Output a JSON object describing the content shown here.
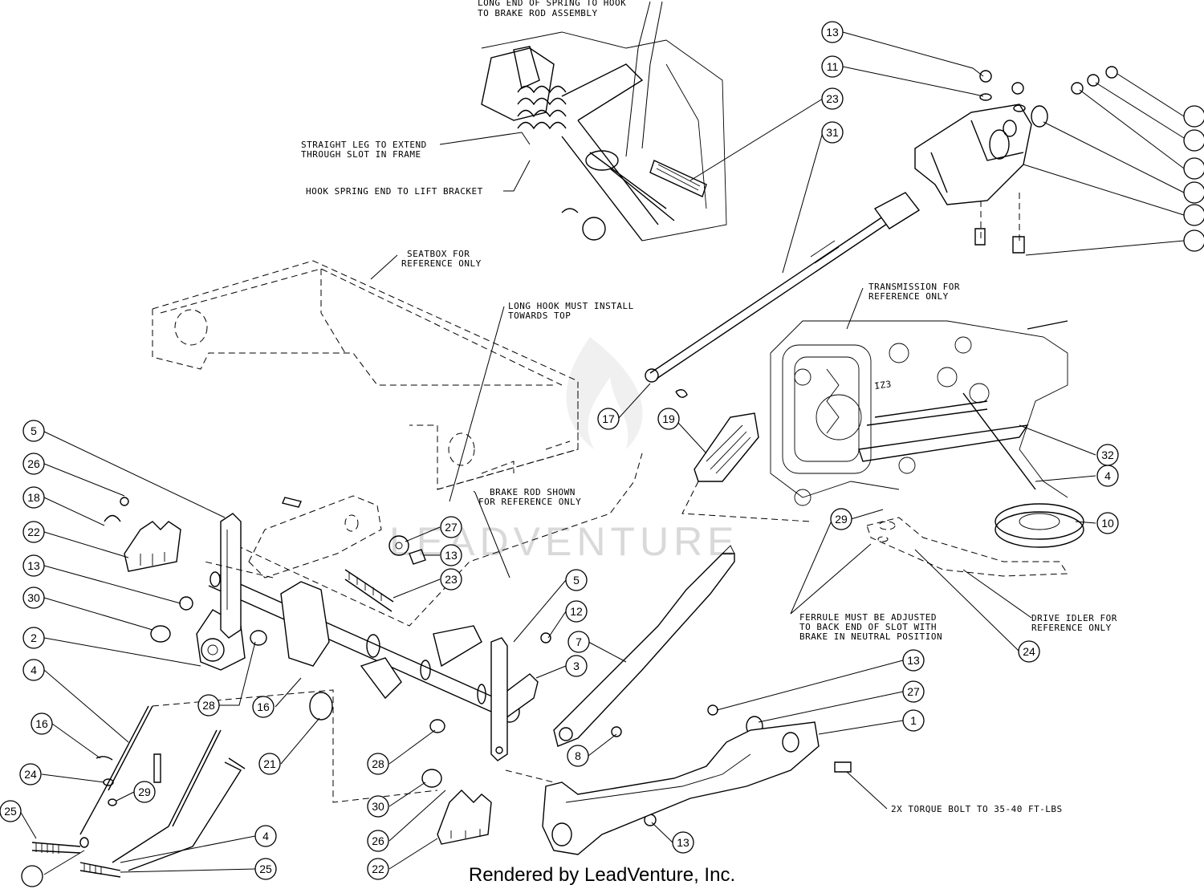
{
  "footer": "Rendered by LeadVenture, Inc.",
  "watermark": "LEADVENTURE",
  "notes": {
    "spring_hook": [
      "LONG END OF SPRING TO HOOK",
      "TO BRAKE ROD ASSEMBLY"
    ],
    "straight_leg": [
      "STRAIGHT LEG TO EXTEND",
      "THROUGH SLOT IN FRAME"
    ],
    "hook_spring": [
      "HOOK SPRING END TO LIFT BRACKET"
    ],
    "seatbox": [
      "SEATBOX FOR",
      "REFERENCE ONLY"
    ],
    "long_hook": [
      "LONG HOOK MUST INSTALL",
      "TOWARDS TOP"
    ],
    "brake_rod": [
      "BRAKE ROD SHOWN",
      "FOR REFERENCE ONLY"
    ],
    "transmission": [
      "TRANSMISSION FOR",
      "REFERENCE ONLY"
    ],
    "ferrule": [
      "FERRULE MUST BE ADJUSTED",
      "TO BACK END OF SLOT WITH",
      "BRAKE IN NEUTRAL POSITION"
    ],
    "drive_idler": [
      "DRIVE IDLER FOR",
      "REFERENCE ONLY"
    ],
    "torque_bolt": [
      "2X TORQUE BOLT TO 35-40 FT-LBS"
    ],
    "transmission_marking": "IZ3"
  },
  "callouts": [
    "13",
    "11",
    "23",
    "31",
    "",
    "",
    "",
    "",
    "",
    "",
    "17",
    "19",
    "32",
    "4",
    "29",
    "10",
    "24",
    "5",
    "26",
    "18",
    "22",
    "13",
    "30",
    "2",
    "4",
    "16",
    "24",
    "29",
    "25",
    "",
    "27",
    "13",
    "23",
    "28",
    "16",
    "21",
    "28",
    "30",
    "26",
    "22",
    "5",
    "12",
    "3",
    "7",
    "8",
    "13",
    "27",
    "1",
    "13",
    "4",
    "25"
  ]
}
